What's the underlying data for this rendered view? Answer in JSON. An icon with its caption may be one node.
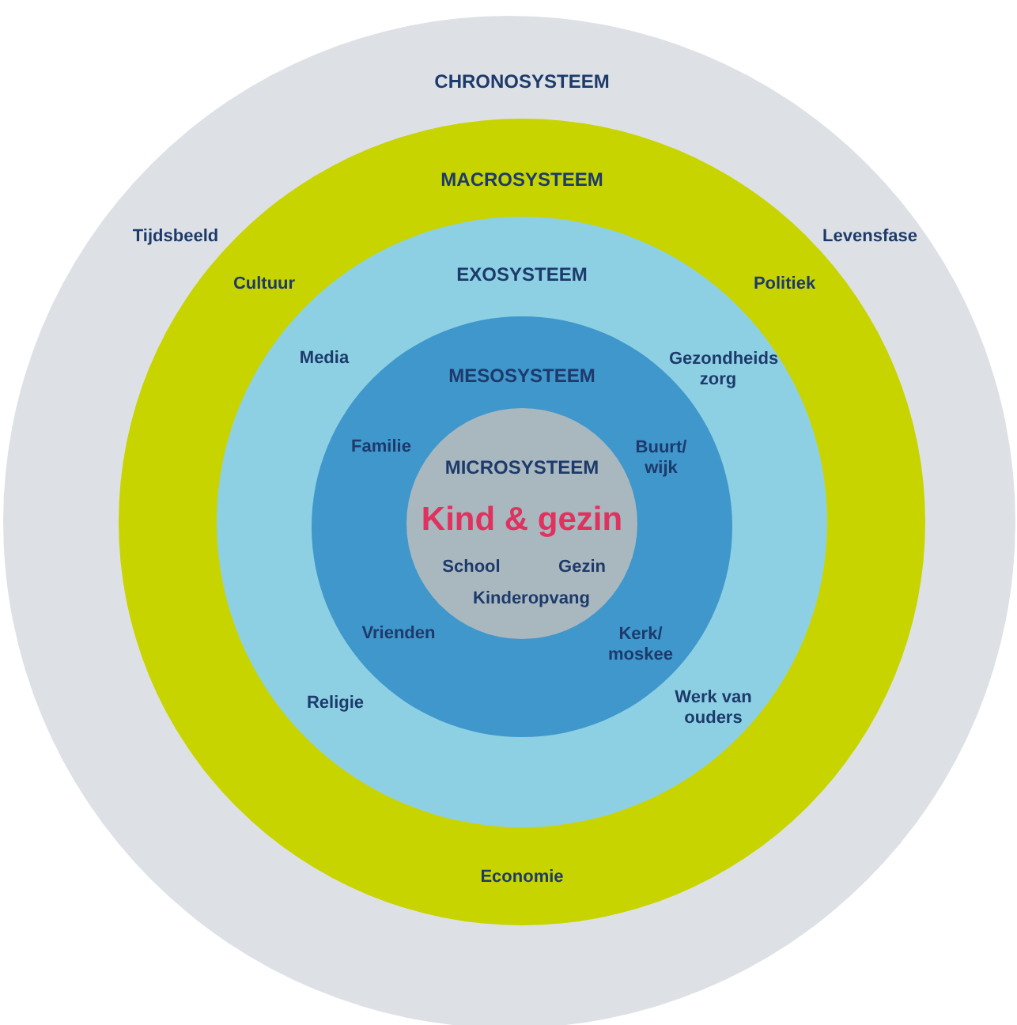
{
  "diagram": {
    "nodes": [
      {
        "text": [
          "CHRONOSYSTEEM",
          "Tijdsbeeld",
          "Levensfase"
        ]
      },
      {
        "text": [
          "MACROSYSTEEM",
          "Cultuur",
          "Politiek",
          "Economie"
        ],
        "in": 0
      },
      {
        "text": [
          "EXOSYSTEEM",
          "Media",
          "Gezondheids zorg",
          "Religie",
          "Werk van ouders"
        ],
        "in": 1
      },
      {
        "text": [
          "MESOSYSTEEM",
          "Familie",
          "Buurt/ wijk",
          "Vrienden",
          "Kerk/ moskee"
        ],
        "in": 2
      },
      {
        "text": [
          "MICROSYSTEEM",
          "Kind & gezin",
          "School",
          "Gezin",
          "Kinderopvang"
        ],
        "in": 3
      }
    ]
  }
}
